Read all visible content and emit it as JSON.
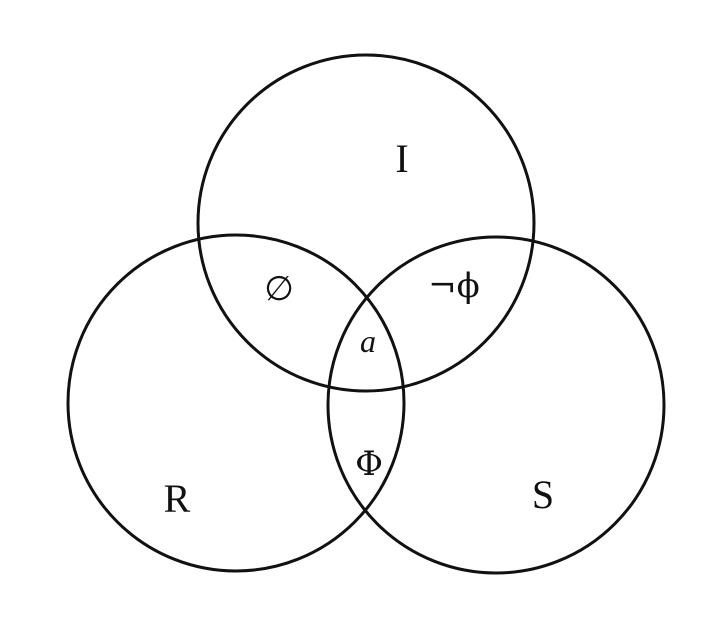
{
  "sets": [
    {
      "key": "I",
      "label": "I"
    },
    {
      "key": "R",
      "label": "R"
    },
    {
      "key": "S",
      "label": "S"
    }
  ],
  "regions": {
    "I_and_R": "∅",
    "I_and_S": "¬ϕ",
    "I_and_R_and_S": "a",
    "R_and_S": "Φ"
  },
  "colors": {
    "stroke": "#111111",
    "background": "#ffffff"
  }
}
